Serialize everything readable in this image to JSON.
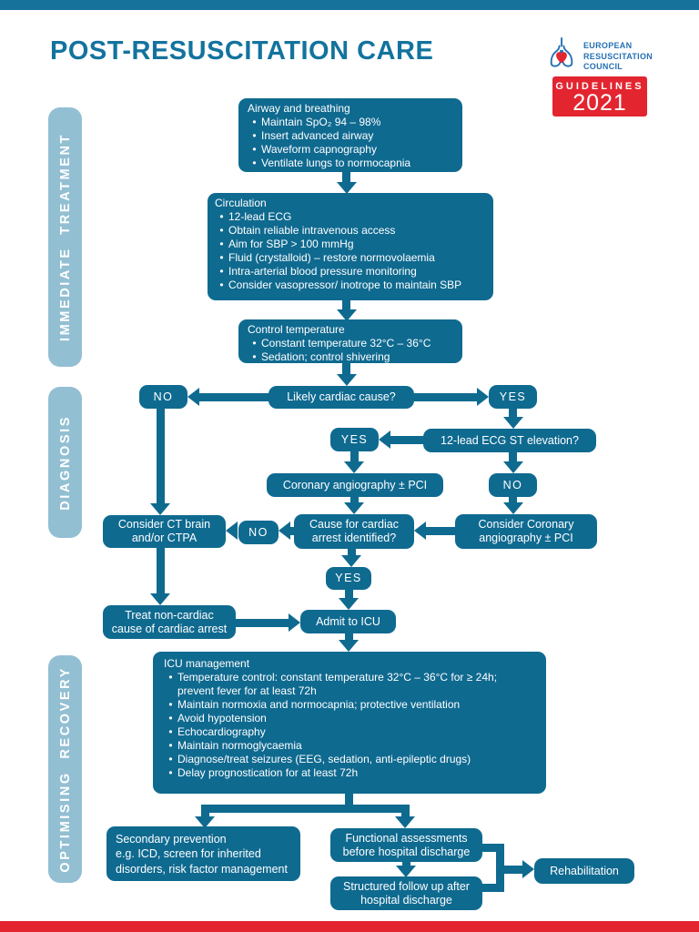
{
  "page": {
    "title": "POST-RESUSCITATION CARE"
  },
  "ui": {
    "bullet": "•"
  },
  "colors": {
    "box_teal": "#0f6a90",
    "sidebar_blue": "#93bfd3",
    "accent_red": "#e32530",
    "title_blue": "#13739e",
    "erc_blue": "#2470b4"
  },
  "logo": {
    "org_lines": [
      "EUROPEAN",
      "RESUSCITATION",
      "COUNCIL"
    ],
    "guidelines_label": "GUIDELINES",
    "year": "2021"
  },
  "sidebar": {
    "items": [
      {
        "label": "IMMEDIATE TREATMENT"
      },
      {
        "label": "DIAGNOSIS"
      },
      {
        "label": "OPTIMISING RECOVERY"
      }
    ]
  },
  "flow": {
    "airway": {
      "title": "Airway and breathing",
      "bullets": [
        "Maintain SpO₂ 94 – 98%",
        "Insert advanced airway",
        "Waveform capnography",
        "Ventilate lungs to normocapnia"
      ]
    },
    "circulation": {
      "title": "Circulation",
      "bullets": [
        "12-lead ECG",
        "Obtain reliable intravenous access",
        "Aim for SBP > 100 mmHg",
        "Fluid (crystalloid) – restore normovolaemia",
        "Intra-arterial blood pressure monitoring",
        "Consider vasopressor/ inotrope to maintain SBP"
      ]
    },
    "temperature": {
      "title": "Control temperature",
      "bullets": [
        "Constant temperature 32°C – 36°C",
        "Sedation; control shivering"
      ]
    },
    "likely_cardiac": {
      "label": "Likely cardiac cause?"
    },
    "no_left": {
      "label": "NO"
    },
    "yes_right": {
      "label": "YES"
    },
    "ecg_st": {
      "label": "12-lead ECG ST elevation?"
    },
    "yes_ecg": {
      "label": "YES"
    },
    "coronary_pci": {
      "label": "Coronary angiography ± PCI"
    },
    "no_ecg": {
      "label": "NO"
    },
    "consider_coronary": {
      "label": "Consider Coronary angiography ± PCI"
    },
    "cause_identified": {
      "label": "Cause for cardiac arrest identified?"
    },
    "no_cause": {
      "label": "NO"
    },
    "ct_brain": {
      "label": "Consider CT brain and/or CTPA"
    },
    "yes_cause": {
      "label": "YES"
    },
    "treat_non_cardiac": {
      "label": "Treat non-cardiac cause of cardiac arrest"
    },
    "admit_icu": {
      "label": "Admit to ICU"
    },
    "icu": {
      "title": "ICU management",
      "bullets": [
        "Temperature control: constant temperature 32°C – 36°C for ≥ 24h; prevent fever for at least 72h",
        "Maintain normoxia and normocapnia; protective ventilation",
        "Avoid hypotension",
        "Echocardiography",
        "Maintain normoglycaemia",
        "Diagnose/treat seizures (EEG, sedation, anti-epileptic drugs)",
        "Delay prognostication for at least 72h"
      ]
    },
    "secondary_prevention": {
      "lines": [
        "Secondary prevention",
        "e.g. ICD, screen for inherited",
        "disorders,  risk factor management"
      ]
    },
    "functional": {
      "label": "Functional assessments before hospital discharge"
    },
    "structured": {
      "label": "Structured follow up after hospital discharge"
    },
    "rehabilitation": {
      "label": "Rehabilitation"
    }
  }
}
